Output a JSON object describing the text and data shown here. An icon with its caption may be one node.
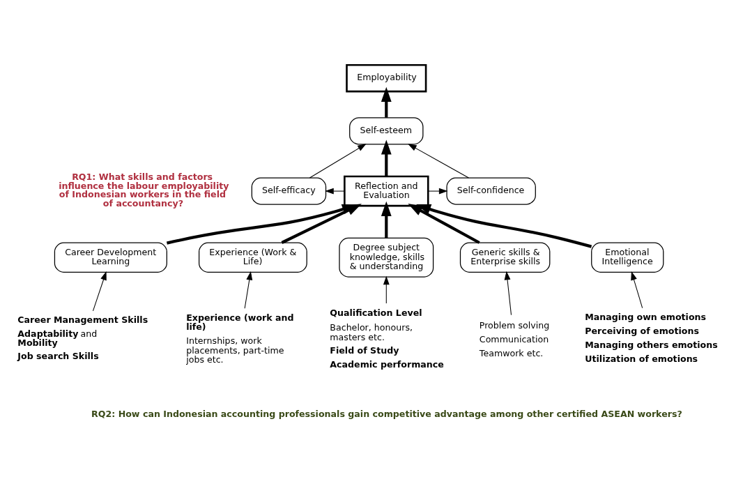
{
  "diagram": {
    "nodes": [
      {
        "text": [
          "Employability"
        ]
      },
      {
        "text": [
          "Self-esteem"
        ]
      },
      {
        "text": [
          "Self-efficacy"
        ]
      },
      {
        "text": [
          "Self-confidence"
        ]
      },
      {
        "text": [
          "Reflection and Evaluation"
        ]
      },
      {
        "text": [
          "Career Development Learning"
        ]
      },
      {
        "text": [
          "Experience (Work & Life)"
        ]
      },
      {
        "text": [
          "Degree subject knowledge, skills & understanding"
        ]
      },
      {
        "text": [
          "Generic skills & Enterprise skills"
        ]
      },
      {
        "text": [
          "Emotional Intelligence"
        ]
      },
      {
        "text": [
          "**Career Management Skills**",
          "**Adaptability** and **Mobility**",
          "**Job search Skills**"
        ]
      },
      {
        "text": [
          "**Experience (work and life)**",
          "Internships, work placements, part-time jobs etc."
        ]
      },
      {
        "text": [
          "**Qualification Level**",
          "Bachelor, honours, masters etc.",
          "**Field of Study**",
          "**Academic performance**"
        ]
      },
      {
        "text": [
          "Problem solving",
          "Communication",
          "Teamwork etc."
        ]
      },
      {
        "text": [
          "**Managing own emotions**",
          "**Perceiving of emotions**",
          "**Managing others emotions**",
          "**Utilization of emotions**"
        ]
      }
    ],
    "edges": [
      {
        "from": 1,
        "to": 0,
        "arrow": "to",
        "style": "thick"
      },
      {
        "from": 4,
        "to": 1,
        "arrow": "to",
        "style": "thick"
      },
      {
        "from": 2,
        "to": 1,
        "arrow": "to"
      },
      {
        "from": 3,
        "to": 1,
        "arrow": "to"
      },
      {
        "from": 4,
        "to": 2,
        "arrow": "to"
      },
      {
        "from": 4,
        "to": 3,
        "arrow": "to"
      },
      {
        "from": 5,
        "to": 4,
        "arrow": "to",
        "style": "thick"
      },
      {
        "from": 6,
        "to": 4,
        "arrow": "to",
        "style": "thick"
      },
      {
        "from": 7,
        "to": 4,
        "arrow": "to",
        "style": "thick"
      },
      {
        "from": 8,
        "to": 4,
        "arrow": "to",
        "style": "thick"
      },
      {
        "from": 9,
        "to": 4,
        "arrow": "to",
        "style": "thick"
      },
      {
        "from": 10,
        "to": 5,
        "arrow": "to"
      },
      {
        "from": 11,
        "to": 6,
        "arrow": "to"
      },
      {
        "from": 12,
        "to": 7,
        "arrow": "to"
      },
      {
        "from": 13,
        "to": 8,
        "arrow": "to"
      },
      {
        "from": 14,
        "to": 9,
        "arrow": "to"
      }
    ],
    "labels": [
      "RQ1: What skills and factors influence the labour employability of Indonesian workers in the field of accountancy?",
      "RQ2: How can Indonesian accounting professionals gain competitive advantage among other certified ASEAN workers?"
    ]
  }
}
